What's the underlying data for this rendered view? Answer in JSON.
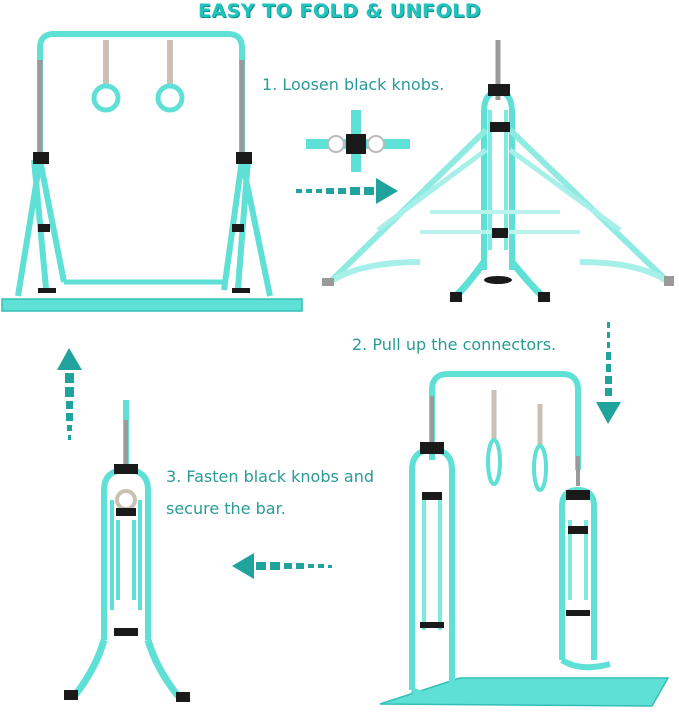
{
  "header": {
    "title": "EASY TO FOLD & UNFOLD"
  },
  "steps": [
    {
      "text": "1. Loosen black knobs."
    },
    {
      "text": "2. Pull up the connectors."
    },
    {
      "text_line1": "3. Fasten black knobs and",
      "text_line2": "secure the bar."
    }
  ],
  "colors": {
    "frame": "#5fe0d6",
    "frame_dark": "#33bfb6",
    "pole": "#8a8a8a",
    "knob": "#1a1a1a",
    "arrow": "#1fa39c",
    "headline": "#22c3bd",
    "step_text": "#2a9a96"
  },
  "icons": [
    "arrow-right-icon",
    "arrow-down-icon",
    "arrow-left-icon",
    "arrow-up-icon",
    "knob-icon"
  ]
}
